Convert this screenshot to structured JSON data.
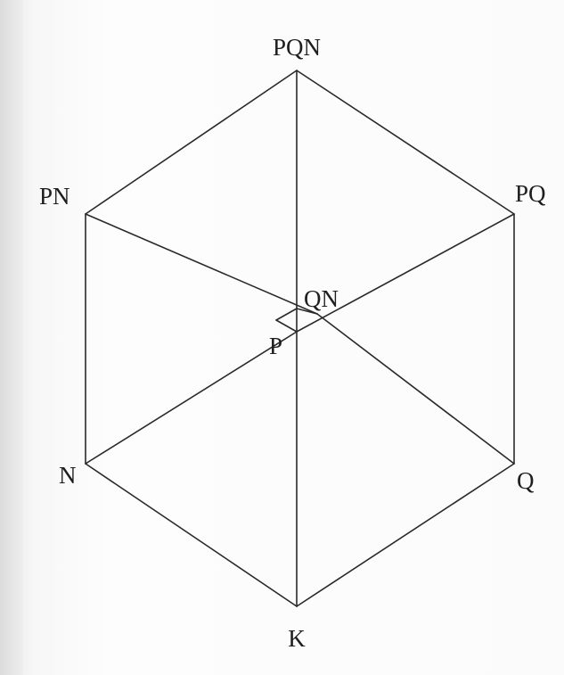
{
  "diagram": {
    "vertices": [
      {
        "id": "PQN",
        "label": "PQN"
      },
      {
        "id": "PN",
        "label": "PN"
      },
      {
        "id": "PQ",
        "label": "PQ"
      },
      {
        "id": "QN",
        "label": "QN"
      },
      {
        "id": "P",
        "label": "P"
      },
      {
        "id": "N",
        "label": "N"
      },
      {
        "id": "Q",
        "label": "Q"
      },
      {
        "id": "K",
        "label": "K"
      }
    ],
    "edges": [
      [
        "PQN",
        "PN"
      ],
      [
        "PQN",
        "PQ"
      ],
      [
        "PQN",
        "P"
      ],
      [
        "PN",
        "N"
      ],
      [
        "PQ",
        "Q"
      ],
      [
        "PN",
        "QN"
      ],
      [
        "PQ",
        "P"
      ],
      [
        "N",
        "K"
      ],
      [
        "Q",
        "K"
      ],
      [
        "P",
        "K"
      ],
      [
        "N",
        "QN"
      ],
      [
        "Q",
        "P"
      ]
    ]
  }
}
